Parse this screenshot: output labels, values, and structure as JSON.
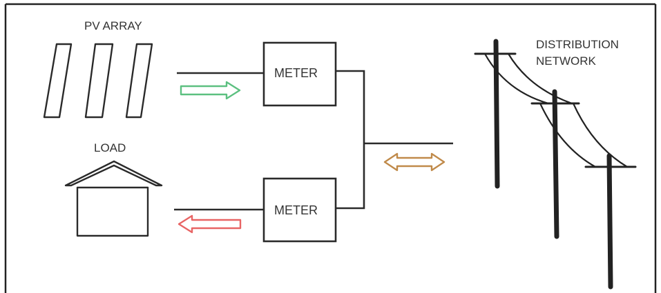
{
  "diagram": {
    "pv_array_label": "PV ARRAY",
    "load_label": "LOAD",
    "meter_top_label": "METER",
    "meter_bottom_label": "METER",
    "distribution_label_line1": "DISTRIBUTION",
    "distribution_label_line2": "NETWORK"
  },
  "colors": {
    "generation_arrow": "#5cc080",
    "consumption_arrow": "#e86464",
    "grid_exchange_arrow": "#c08a4a",
    "line": "#2a2a2a",
    "border": "#222222"
  }
}
